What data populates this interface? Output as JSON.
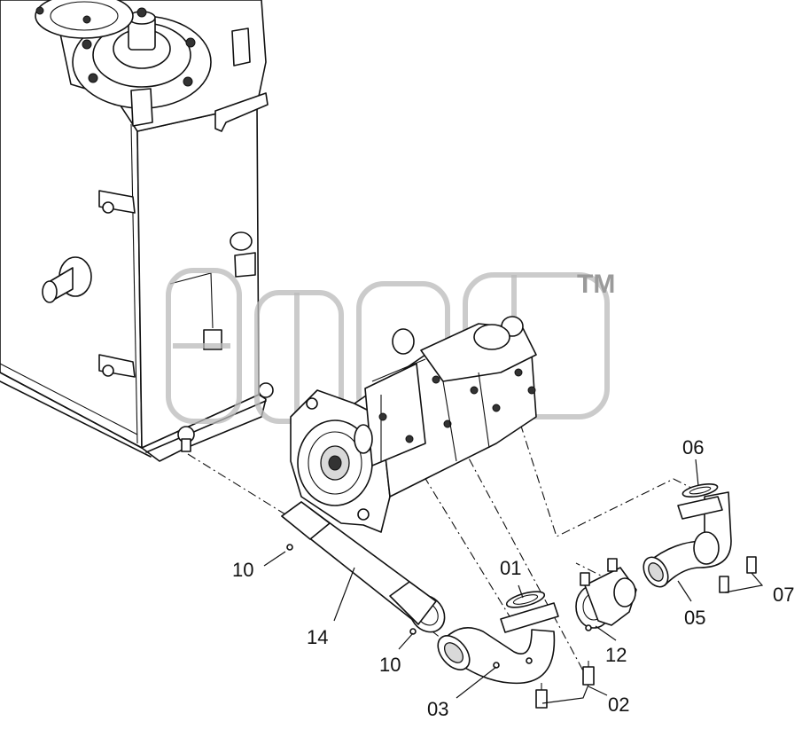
{
  "callouts": {
    "p01": "01",
    "p02": "02",
    "p03": "03",
    "p05": "05",
    "p06": "06",
    "p07": "07",
    "p10a": "10",
    "p10b": "10",
    "p12": "12",
    "p14": "14"
  },
  "watermark": {
    "logo_text": "ЭТСБ",
    "trademark": "TM"
  }
}
